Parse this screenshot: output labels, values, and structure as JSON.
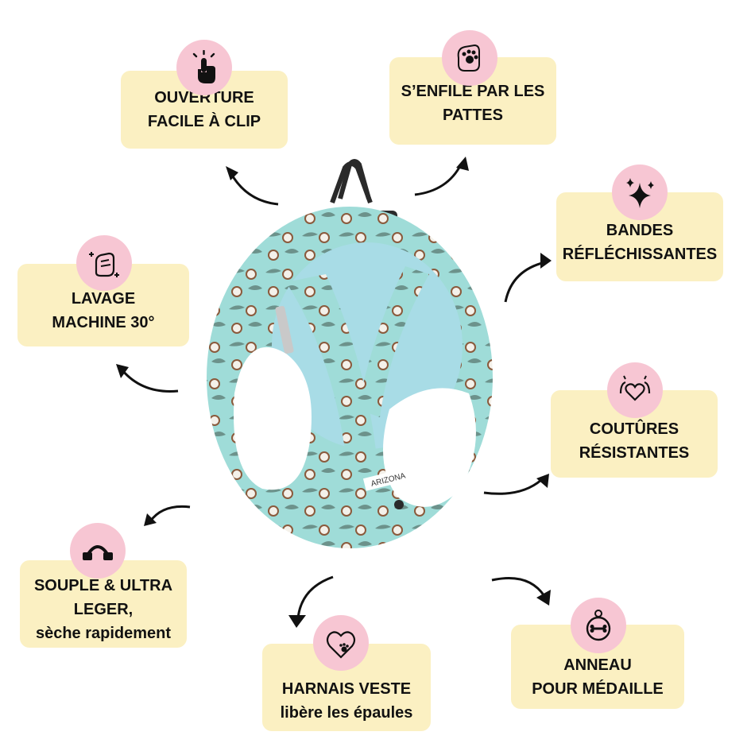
{
  "features": {
    "clip": {
      "line1": "OUVERTURE",
      "line2": "FACILE À CLIP",
      "icon": "tap-finger-icon"
    },
    "paws": {
      "line1": "S’ENFILE PAR LES",
      "line2": "PATTES",
      "icon": "paw-hand-icon"
    },
    "reflect": {
      "line1": "BANDES",
      "line2": "RÉFLÉCHISSANTES",
      "icon": "sparkle-icon"
    },
    "wash": {
      "line1": "LAVAGE",
      "line2": "MACHINE 30°",
      "icon": "washing-hands-icon"
    },
    "seams": {
      "line1": "COUTÛRES",
      "line2": "RÉSISTANTES",
      "icon": "strong-heart-icon"
    },
    "light": {
      "line1": "SOUPLE & ULTRA",
      "line2": "LEGER,",
      "line3": "sèche rapidement",
      "icon": "flexible-bar-icon"
    },
    "vest": {
      "line1": "HARNAIS VESTE",
      "line2": "libère les épaules",
      "icon": "heart-paw-icon"
    },
    "ring": {
      "line1": "ANNEAU",
      "line2": "POUR MÉDAILLE",
      "icon": "medal-tag-icon"
    }
  },
  "product": {
    "brand_label": "ARIZONA"
  },
  "colors": {
    "card": "#fbf0c2",
    "badge": "#f7c6d3",
    "harness": "#9fdcd8",
    "lining": "#a8dce6"
  }
}
